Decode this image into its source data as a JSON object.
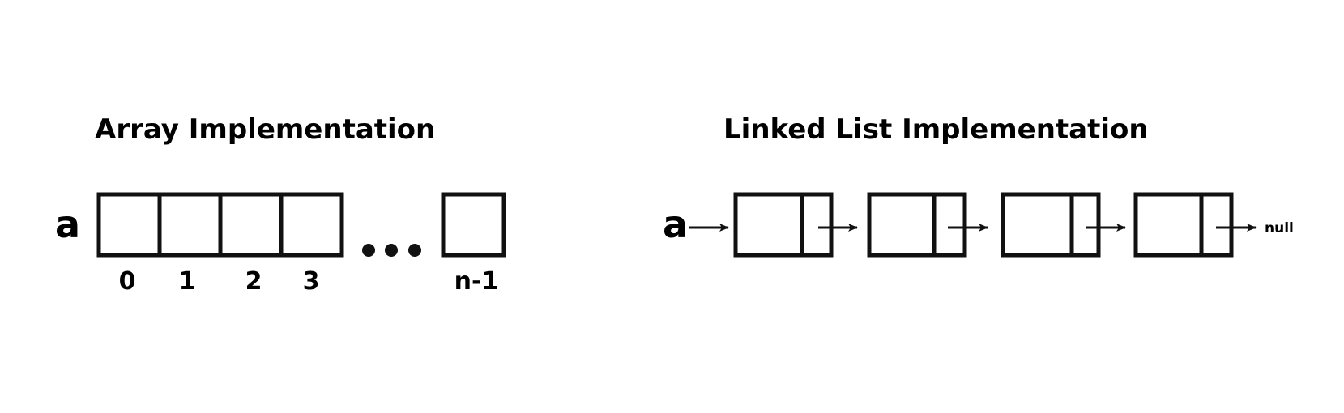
{
  "array": {
    "title": "Array Implementation",
    "var_label": "a",
    "indices": [
      "0",
      "1",
      "2",
      "3"
    ],
    "last_index": "n-1"
  },
  "linked_list": {
    "title": "Linked List Implementation",
    "var_label": "a",
    "node_count": 4,
    "terminator": "null"
  }
}
